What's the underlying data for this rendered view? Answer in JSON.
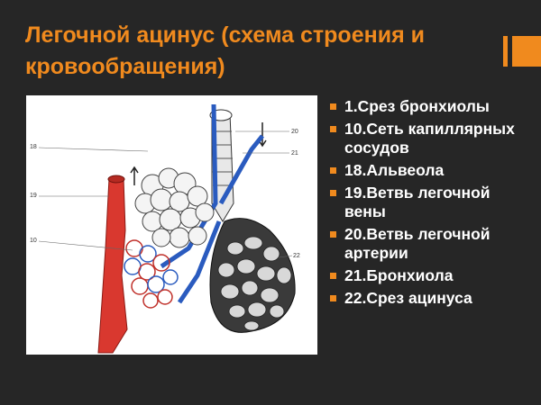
{
  "slide": {
    "title": "Легочной ацинус (схема строения и кровообращения)",
    "accent_color": "#f08a1e",
    "background_color": "#262626"
  },
  "figure": {
    "labels": [
      "18",
      "19",
      "10",
      "20",
      "21",
      "22"
    ]
  },
  "legend": {
    "items": [
      "1.Срез бронхиолы",
      "10.Сеть капиллярных сосудов",
      "18.Альвеола",
      "19.Ветвь легочной вены",
      "20.Ветвь легочной артерии",
      "21.Бронхиола",
      "22.Срез ацинуса"
    ]
  }
}
